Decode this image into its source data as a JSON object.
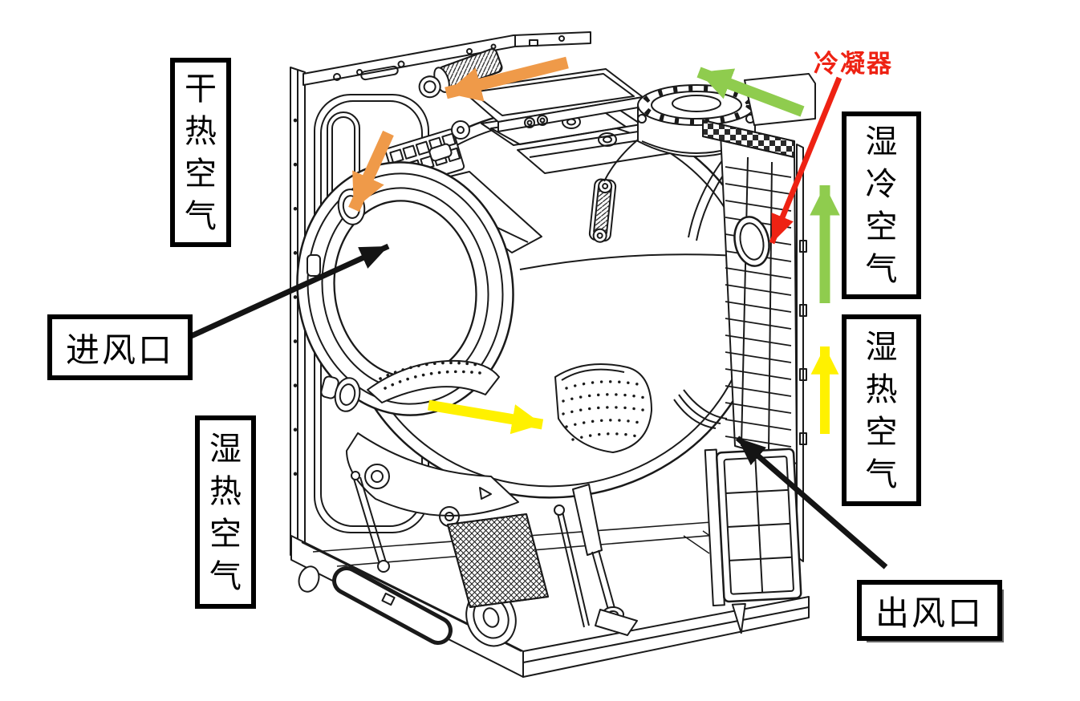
{
  "figure": {
    "title_visible": false,
    "description_labels_only": true
  },
  "labels": {
    "dry_hot_air": "干热空气",
    "air_inlet": "进风口",
    "wet_hot_air_left": "湿热空气",
    "condenser": "冷凝器",
    "wet_cold_air": "湿冷空气",
    "wet_hot_air_right": "湿热空气",
    "air_outlet": "出风口"
  },
  "colors": {
    "arrow_orange": "#EF9A49",
    "arrow_green": "#8FCC4E",
    "arrow_yellow": "#FFF100",
    "arrow_red": "#EE2213",
    "arrow_black": "#141414",
    "label_condenser_text": "#EE2213",
    "line_art": "#1A1A1A",
    "label_border": "#000000",
    "background": "#FFFFFF"
  },
  "airflow_arrows": [
    {
      "name": "dry-hot-air-duct-flow",
      "color_key": "arrow_orange",
      "direction": "left"
    },
    {
      "name": "dry-hot-air-into-drum",
      "color_key": "arrow_orange",
      "direction": "down-left"
    },
    {
      "name": "wet-cold-air-to-blower",
      "color_key": "arrow_green",
      "direction": "up-left"
    },
    {
      "name": "wet-cold-air-rising",
      "color_key": "arrow_green",
      "direction": "up"
    },
    {
      "name": "wet-hot-air-in-drum",
      "color_key": "arrow_yellow",
      "direction": "right"
    },
    {
      "name": "wet-hot-air-rising",
      "color_key": "arrow_yellow",
      "direction": "up"
    },
    {
      "name": "condenser-pointer",
      "color_key": "arrow_red",
      "direction": "down-left"
    },
    {
      "name": "air-inlet-pointer",
      "color_key": "arrow_black",
      "direction": "up-right"
    },
    {
      "name": "air-outlet-pointer",
      "color_key": "arrow_black",
      "direction": "up-left"
    }
  ]
}
